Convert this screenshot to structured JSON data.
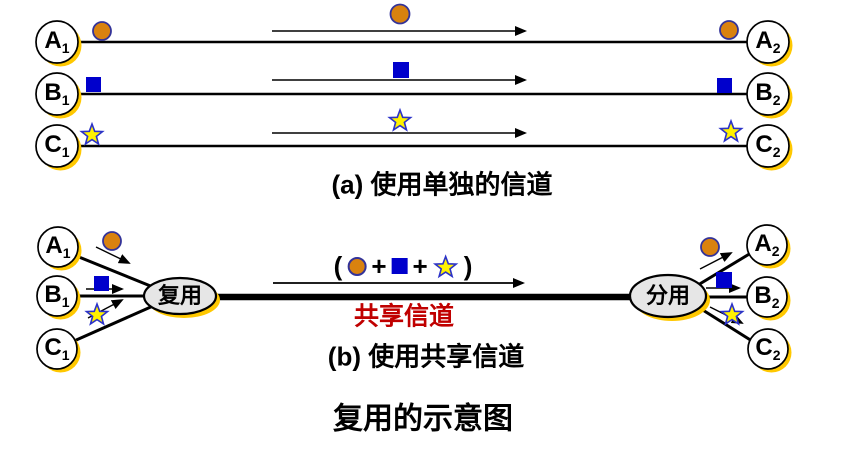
{
  "title": "复用的示意图",
  "colors": {
    "gold_shadow": "#FFC800",
    "packet_orange": "#D9820F",
    "packet_blue": "#0000CC",
    "packet_star_yellow": "#FFF200",
    "packet_border_blue": "#333399",
    "mux_ellipse_fill": "#E6E6E6",
    "shared_channel_label_red": "#C00000",
    "line_black": "#000000"
  },
  "icons": {
    "packet_a": "orange-circle-icon",
    "packet_b": "blue-square-icon",
    "packet_c": "yellow-star-icon"
  },
  "nodes": {
    "a1": {
      "main": "A",
      "sub": "1"
    },
    "b1": {
      "main": "B",
      "sub": "1"
    },
    "c1": {
      "main": "C",
      "sub": "1"
    },
    "a2": {
      "main": "A",
      "sub": "2"
    },
    "b2": {
      "main": "B",
      "sub": "2"
    },
    "c2": {
      "main": "C",
      "sub": "2"
    }
  },
  "section_a": {
    "caption": "(a) 使用单独的信道"
  },
  "section_b": {
    "caption": "(b) 使用共享信道",
    "mux_label": "复用",
    "demux_label": "分用",
    "shared_channel_label": "共享信道",
    "expression": {
      "open": "(",
      "plus1": "+",
      "plus2": "+",
      "close": ")"
    }
  }
}
